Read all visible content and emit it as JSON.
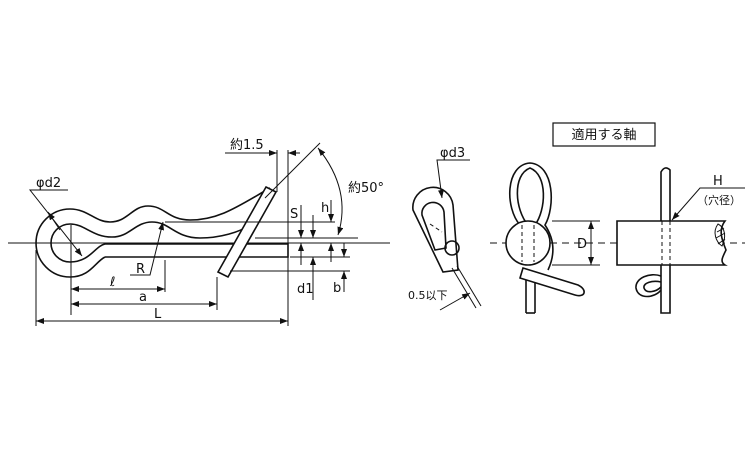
{
  "main_view": {
    "phi_d2": "φd2",
    "approx_1_5": "約1.5",
    "approx_50deg": "約50°",
    "S": "S",
    "h": "h",
    "d1": "d1",
    "b": "b",
    "R": "R",
    "l": "ℓ",
    "a": "a",
    "L": "L"
  },
  "side_view": {
    "phi_d3": "φd3",
    "gap_limit": "0.5以下"
  },
  "applicable_shaft": {
    "title": "適用する軸",
    "D": "D",
    "H": "H",
    "hole_diameter": "（穴径）"
  }
}
